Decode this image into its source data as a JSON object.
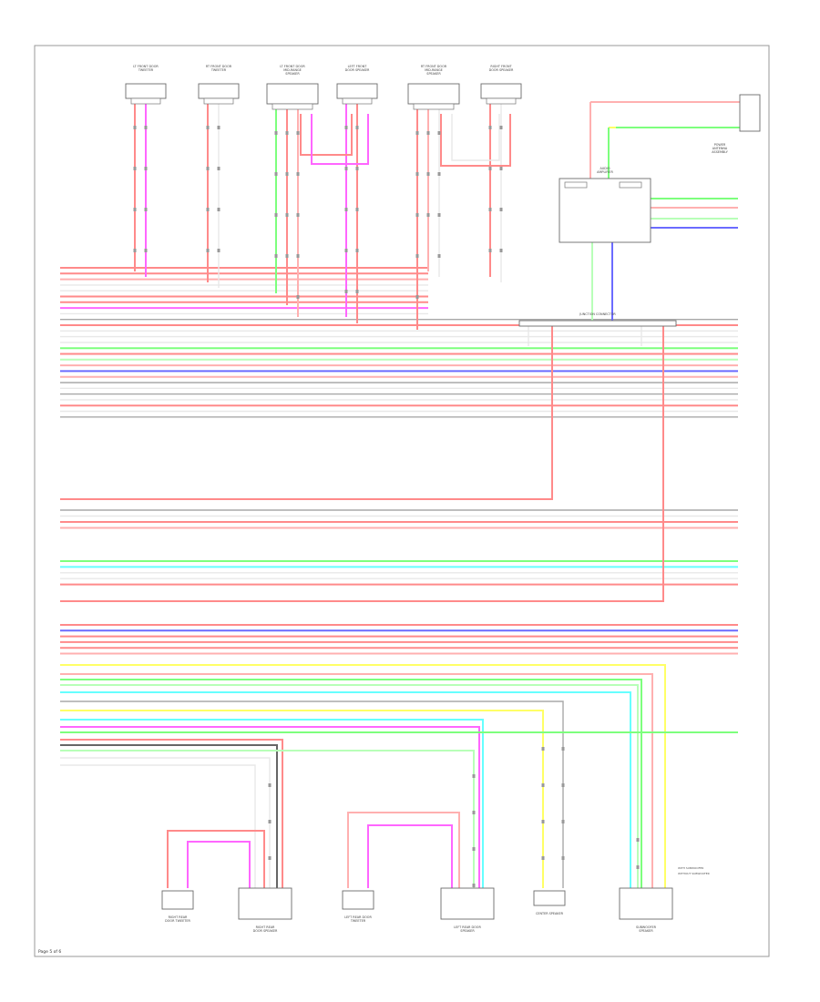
{
  "figure_number": "Page 5 of 6",
  "colors": {
    "red": "#ff8a8a",
    "pink": "#ffb0b0",
    "magenta": "#ff66ff",
    "green": "#7dff7d",
    "ltgreen": "#b8ffb8",
    "cyan": "#66ffff",
    "blue": "#6b6bff",
    "gray": "#a8a8a8",
    "white": "#e8e8e8",
    "yellow": "#ffff66",
    "black": "#666666"
  },
  "components": {
    "top": [
      {
        "name": "LT FRONT DOOR TWEETER"
      },
      {
        "name": "RT FRONT DOOR TWEETER"
      },
      {
        "name": "LT FRONT DOOR MID-RANGE SPEAKER"
      },
      {
        "name": "LEFT FRONT DOOR SPEAKER"
      },
      {
        "name": "RT FRONT DOOR MID-RANGE SPEAKER"
      },
      {
        "name": "RIGHT FRONT DOOR SPEAKER"
      }
    ],
    "upper_right": {
      "antenna": "POWER ANTENNA ASSEMBLY",
      "module": "AUDIO AMPLIFIER",
      "junction": "JUNCTION CONNECTOR"
    },
    "bottom": [
      {
        "name": "RIGHT REAR DOOR TWEETER"
      },
      {
        "name": "RIGHT REAR DOOR SPEAKER"
      },
      {
        "name": "LEFT REAR DOOR TWEETER"
      },
      {
        "name": "LEFT REAR DOOR SPEAKER"
      },
      {
        "name": "CENTER SPEAKER"
      },
      {
        "name": "SUBWOOFER SPEAKER"
      }
    ],
    "bottom_right_notes": [
      "WITH SUBWOOFER",
      "WITHOUT SUBWOOFER"
    ]
  }
}
